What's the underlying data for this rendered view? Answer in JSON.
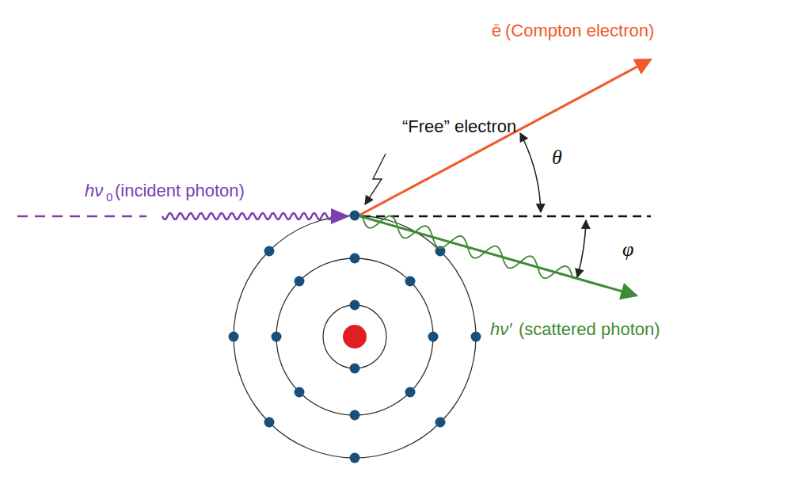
{
  "diagram": {
    "labels": [
      "ē",
      "(Compton electron)",
      "“Free” electron",
      "hν",
      "0",
      "(incident photon)",
      "θ",
      "φ",
      "hν′",
      "(scattered photon)"
    ]
  }
}
